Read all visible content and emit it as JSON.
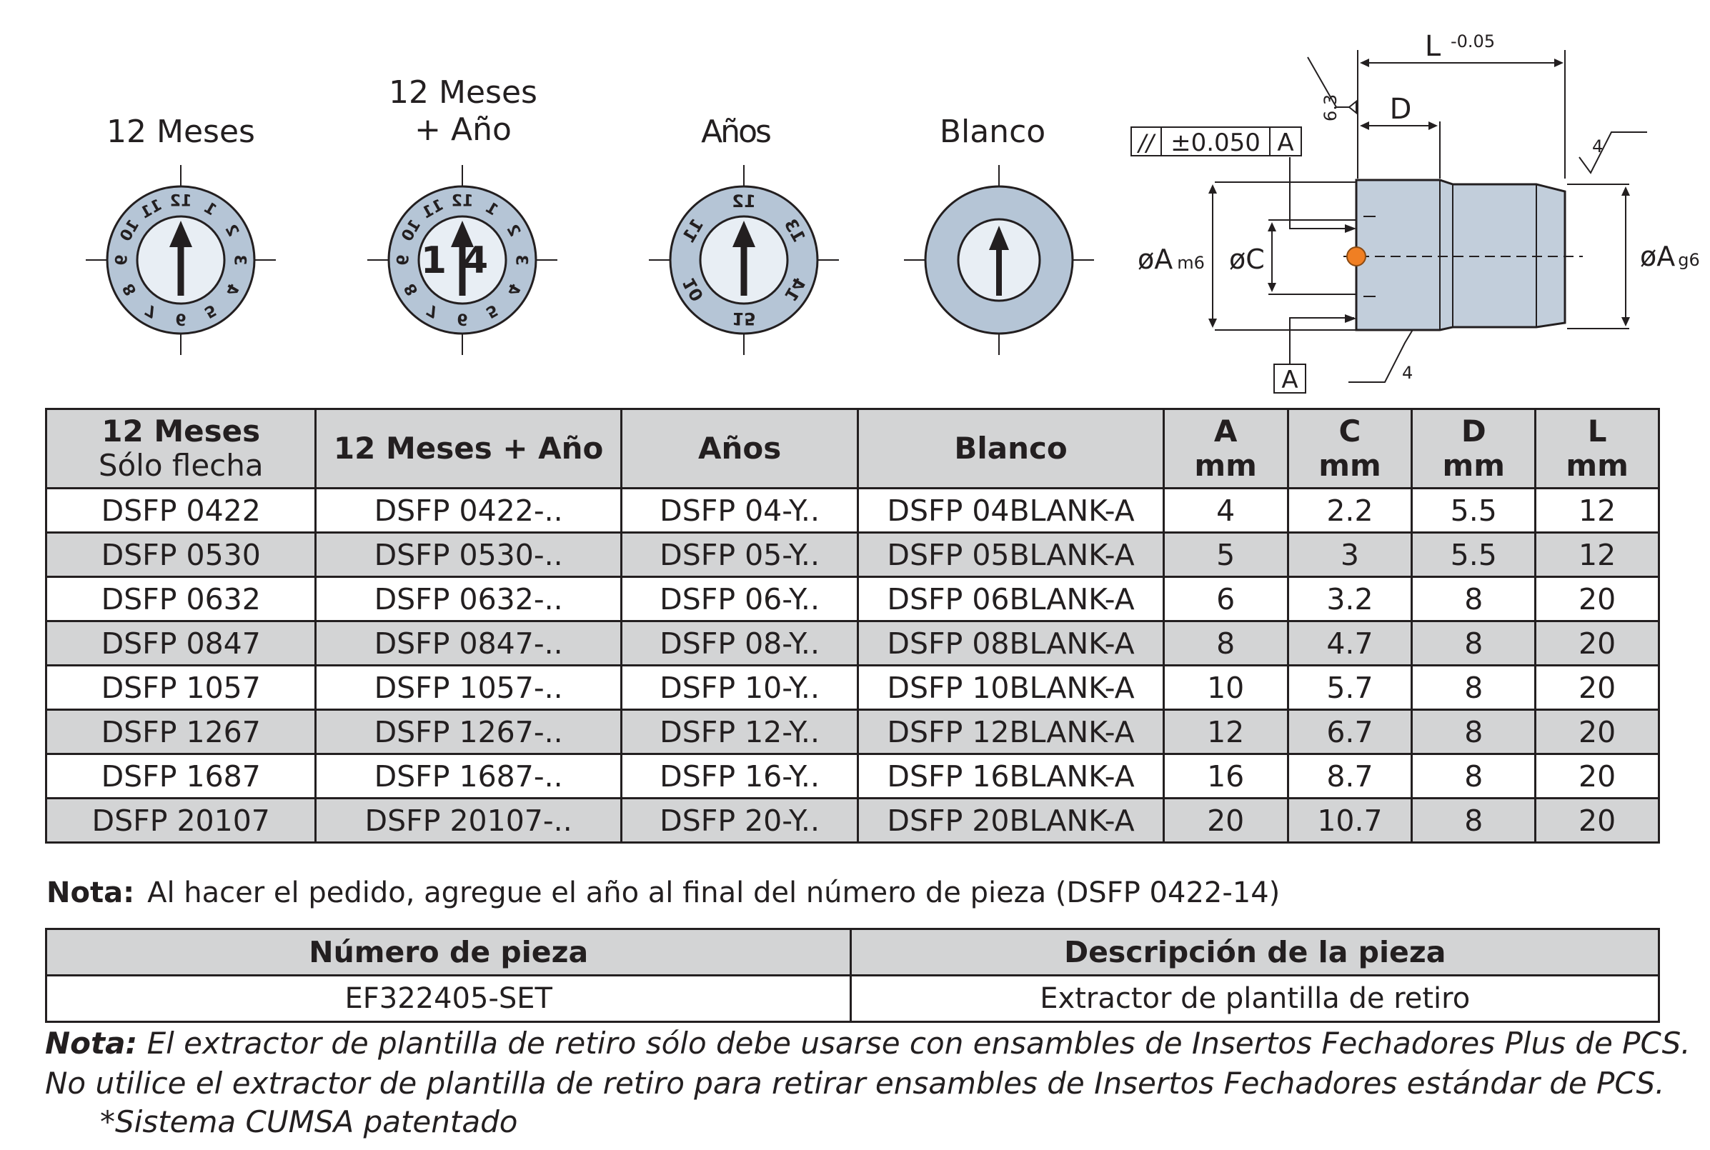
{
  "dials": [
    {
      "label": "12 Meses",
      "center_text": "",
      "numbers": [
        "12",
        "1",
        "2",
        "3",
        "4",
        "5",
        "6",
        "7",
        "8",
        "9",
        "10",
        "11"
      ]
    },
    {
      "label": "12 Meses\n+ Año",
      "center_text": "14",
      "numbers": [
        "12",
        "1",
        "2",
        "3",
        "4",
        "5",
        "6",
        "7",
        "8",
        "9",
        "10",
        "11"
      ]
    },
    {
      "label": "Años",
      "center_text": "",
      "numbers": [
        "12",
        "13",
        "14",
        "15",
        "10",
        "11"
      ]
    },
    {
      "label": "Blanco",
      "center_text": "",
      "numbers": []
    }
  ],
  "drawing": {
    "dim_L": "L",
    "dim_L_tol": "-0.05",
    "dim_D": "D",
    "roughness_left": "6.3",
    "roughness_right": "4",
    "roughness_bottom": "4",
    "tolerance_symbol": "//",
    "tolerance_value": "±0.050",
    "datum": "A",
    "datum_bottom": "A",
    "dim_A_m6": "øA",
    "dim_A_m6_sub": "m6",
    "dim_C": "øC",
    "dim_A_g6": "øA",
    "dim_A_g6_sub": "g6"
  },
  "main_table": {
    "headers": [
      {
        "bold": "12 Meses",
        "sub": "Sólo flecha"
      },
      {
        "bold": "12 Meses + Año",
        "sub": ""
      },
      {
        "bold": "Años",
        "sub": ""
      },
      {
        "bold": "Blanco",
        "sub": ""
      },
      {
        "bold": "A",
        "sub": "mm"
      },
      {
        "bold": "C",
        "sub": "mm"
      },
      {
        "bold": "D",
        "sub": "mm"
      },
      {
        "bold": "L",
        "sub": "mm"
      }
    ],
    "rows": [
      [
        "DSFP 0422",
        "DSFP 0422-..",
        "DSFP 04-Y..",
        "DSFP 04BLANK-A",
        "4",
        "2.2",
        "5.5",
        "12"
      ],
      [
        "DSFP 0530",
        "DSFP 0530-..",
        "DSFP 05-Y..",
        "DSFP 05BLANK-A",
        "5",
        "3",
        "5.5",
        "12"
      ],
      [
        "DSFP 0632",
        "DSFP 0632-..",
        "DSFP 06-Y..",
        "DSFP 06BLANK-A",
        "6",
        "3.2",
        "8",
        "20"
      ],
      [
        "DSFP 0847",
        "DSFP 0847-..",
        "DSFP 08-Y..",
        "DSFP 08BLANK-A",
        "8",
        "4.7",
        "8",
        "20"
      ],
      [
        "DSFP 1057",
        "DSFP 1057-..",
        "DSFP 10-Y..",
        "DSFP 10BLANK-A",
        "10",
        "5.7",
        "8",
        "20"
      ],
      [
        "DSFP 1267",
        "DSFP 1267-..",
        "DSFP 12-Y..",
        "DSFP 12BLANK-A",
        "12",
        "6.7",
        "8",
        "20"
      ],
      [
        "DSFP 1687",
        "DSFP 1687-..",
        "DSFP 16-Y..",
        "DSFP 16BLANK-A",
        "16",
        "8.7",
        "8",
        "20"
      ],
      [
        "DSFP 20107",
        "DSFP 20107-..",
        "DSFP 20-Y..",
        "DSFP 20BLANK-A",
        "20",
        "10.7",
        "8",
        "20"
      ]
    ]
  },
  "note1": {
    "label": "Nota:",
    "text": "Al hacer el pedido, agregue el año al final del número de pieza (DSFP 0422-14)"
  },
  "parts_table": {
    "headers": [
      "Número de pieza",
      "Descripción de la pieza"
    ],
    "row": [
      "EF322405-SET",
      "Extractor de plantilla de retiro"
    ]
  },
  "note2": {
    "label": "Nota:",
    "line1": "El extractor de plantilla de retiro sólo debe usarse con ensambles de Insertos Fechadores Plus de PCS.",
    "line2": "No utilice el extractor de plantilla de retiro para retirar ensambles de Insertos Fechadores estándar de PCS.",
    "line3": "*Sistema CUMSA patentado"
  },
  "colors": {
    "dial_face": "#b5c5d6",
    "part_body": "#c2cedb",
    "header_bg": "#d3d4d5",
    "marker": "#f07f23",
    "ink": "#231f20"
  }
}
